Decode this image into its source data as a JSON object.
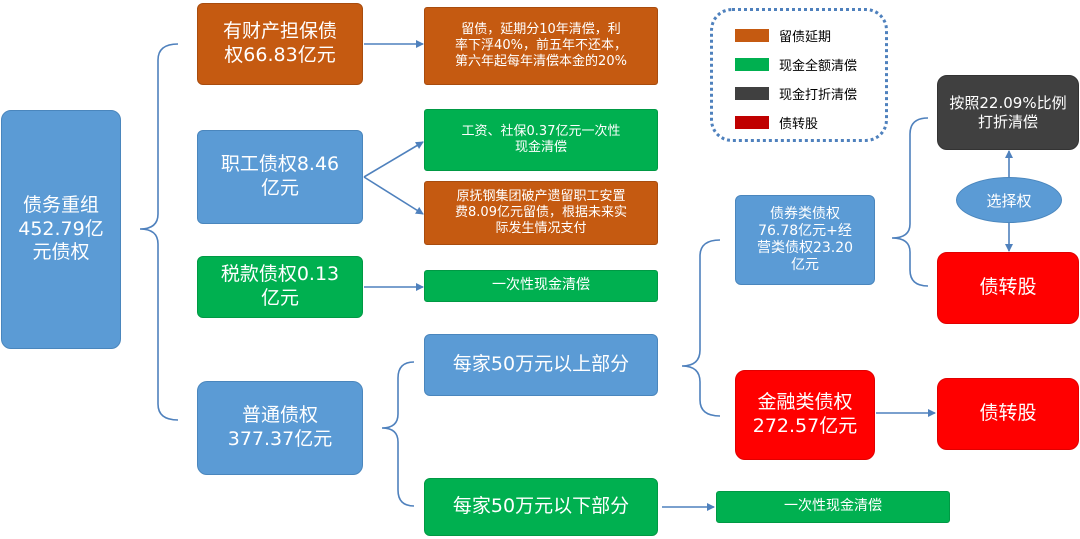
{
  "root": {
    "line1": "债务重组",
    "line2": "452.79亿",
    "line3": "元债权"
  },
  "secured": {
    "line1": "有财产担保债",
    "line2": "权66.83亿元"
  },
  "secured_note": {
    "line1": "留债，延期分10年清偿，利",
    "line2": "率下浮40%，前五年不还本，",
    "line3": "第六年起每年清偿本金的20%"
  },
  "employee": {
    "line1": "职工债权8.46",
    "line2": "亿元"
  },
  "employee_note_a": {
    "line1": "工资、社保0.37亿元一次性",
    "line2": "现金清偿"
  },
  "employee_note_b": {
    "line1": "原抚钢集团破产遗留职工安置",
    "line2": "费8.09亿元留债，根据未来实",
    "line3": "际发生情况支付"
  },
  "tax": {
    "line1": "税款债权0.13",
    "line2": "亿元"
  },
  "tax_note": "一次性现金清偿",
  "ordinary": {
    "line1": "普通债权",
    "line2": "377.37亿元"
  },
  "above50": "每家50万元以上部分",
  "below50": "每家50万元以下部分",
  "below50_note": "一次性现金清偿",
  "bond": {
    "line1": "债券类债权",
    "line2": "76.78亿元+经",
    "line3": "营类债权23.20",
    "line4": "亿元"
  },
  "financial": {
    "line1": "金融类债权",
    "line2": "272.57亿元"
  },
  "discount": {
    "line1": "按照22.09%比例",
    "line2": "打折清偿"
  },
  "option": "选择权",
  "equity_top": "债转股",
  "equity_bottom": "债转股",
  "legend": [
    {
      "label": "留债延期",
      "color": "#c55a11"
    },
    {
      "label": "现金全额清偿",
      "color": "#00b050"
    },
    {
      "label": "现金打折清偿",
      "color": "#404040"
    },
    {
      "label": "债转股",
      "color": "#c00000"
    }
  ],
  "colors": {
    "blue": "#5b9bd5",
    "orange": "#c55a11",
    "green": "#00b050",
    "red": "#ff0000",
    "dark": "#404040",
    "line": "#4f81bd"
  }
}
